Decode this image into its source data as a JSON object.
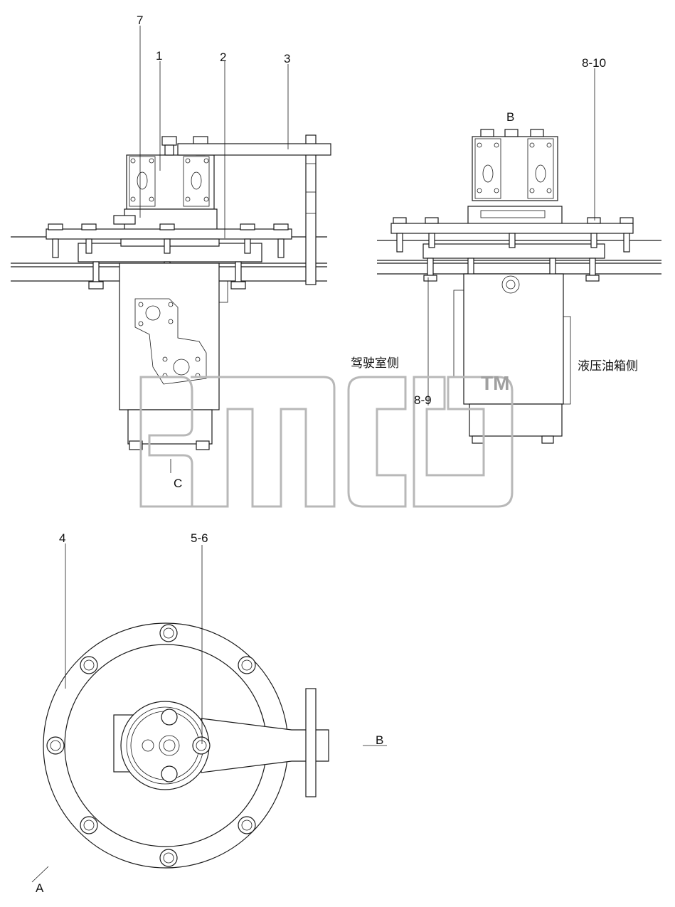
{
  "labels": {
    "p1": "1",
    "p2": "2",
    "p3": "3",
    "p4": "4",
    "p5_6": "5-6",
    "p7": "7",
    "p8_9": "8-9",
    "p8_10": "8-10",
    "view_a": "A",
    "view_b_top": "B",
    "view_b_side": "B",
    "view_c": "C"
  },
  "side_text": {
    "cab_side": "驾驶室侧",
    "tank_side": "液压油箱侧"
  },
  "watermark": {
    "trademark": "TM"
  }
}
